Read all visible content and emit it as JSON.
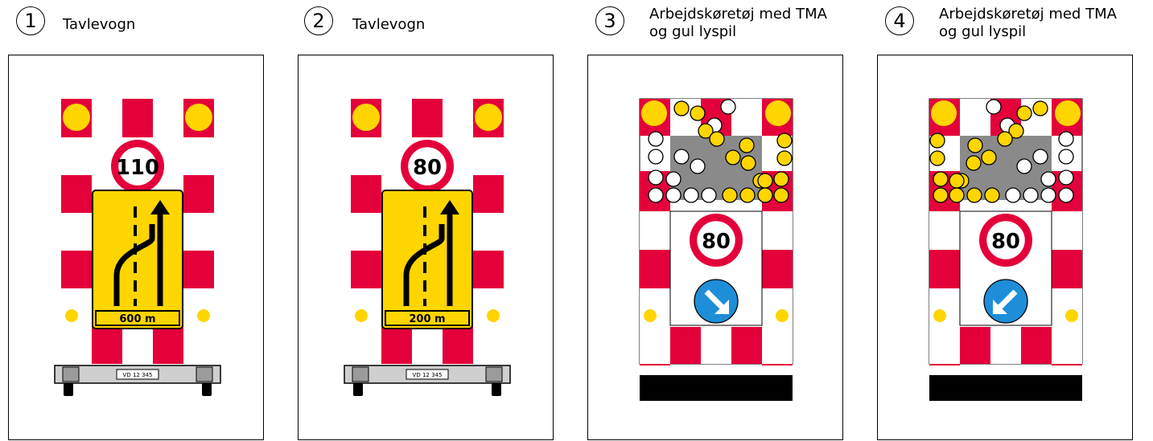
{
  "panels": [
    {
      "number": "1",
      "caption_lines": [
        "Tavlevogn"
      ],
      "speed": "110",
      "distance": "600 m",
      "plate": "VD 12 345",
      "arrow": ""
    },
    {
      "number": "2",
      "caption_lines": [
        "Tavlevogn"
      ],
      "speed": "80",
      "distance": "200 m",
      "plate": "VD 12 345",
      "arrow": ""
    },
    {
      "number": "3",
      "caption_lines": [
        "Arbejdskøretøj med TMA",
        "og gul lyspil"
      ],
      "speed": "80",
      "distance": "",
      "plate": "",
      "arrow": "down-right"
    },
    {
      "number": "4",
      "caption_lines": [
        "Arbejdskøretøj med TMA",
        "og gul lyspil"
      ],
      "speed": "80",
      "distance": "",
      "plate": "",
      "arrow": "down-left"
    }
  ],
  "colors": {
    "red": "#e4003a",
    "yellow": "#ffd500",
    "blue": "#1e8ed8",
    "gray": "#8a8a8a",
    "black": "#000000"
  }
}
